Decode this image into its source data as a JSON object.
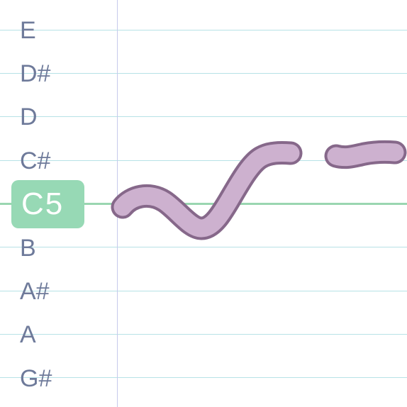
{
  "piano_roll": {
    "notes": [
      {
        "label": "E"
      },
      {
        "label": "D#"
      },
      {
        "label": "D"
      },
      {
        "label": "C#"
      },
      {
        "label": "C5",
        "current": true
      },
      {
        "label": "B"
      },
      {
        "label": "A#"
      },
      {
        "label": "A"
      },
      {
        "label": "G#"
      }
    ],
    "current_note": "C5"
  },
  "colors": {
    "grid_line": "#b7e2e6",
    "current_line": "#9ad6b1",
    "highlight": "#97d9b5",
    "note_text": "#6e7a9a",
    "pitch_fill": "#cdb1cf",
    "pitch_outline": "#86688a"
  }
}
